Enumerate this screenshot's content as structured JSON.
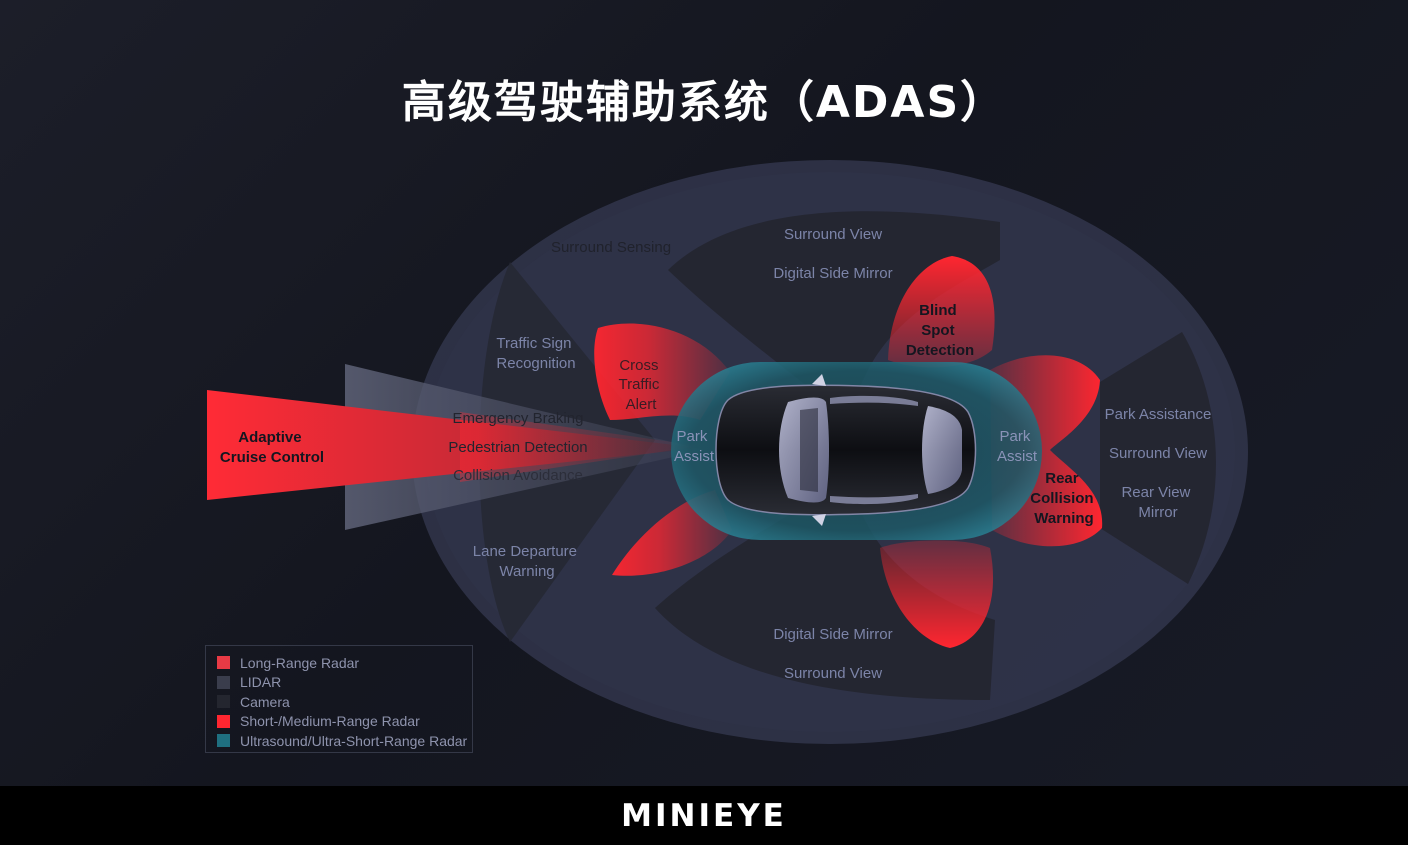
{
  "title": "高级驾驶辅助系统（ADAS）",
  "zones": {
    "adaptive_cruise_control": [
      "Adaptive",
      "Cruise Control"
    ],
    "surround_sensing": "Surround Sensing",
    "traffic_sign_recognition": [
      "Traffic Sign",
      "Recognition"
    ],
    "emergency_braking": "Emergency Braking",
    "pedestrian_detection": "Pedestrian Detection",
    "collision_avoidance": "Collision Avoidance",
    "lane_departure_warning": [
      "Lane Departure",
      "Warning"
    ],
    "cross_traffic_alert": [
      "Cross",
      "Traffic",
      "Alert"
    ],
    "park_assist_front": [
      "Park",
      "Assist"
    ],
    "park_assist_rear": [
      "Park",
      "Assist"
    ],
    "surround_view_top": "Surround View",
    "digital_side_mirror_top": "Digital Side Mirror",
    "blind_spot_detection": [
      "Blind",
      "Spot",
      "Detection"
    ],
    "rear_collision_warning": [
      "Rear",
      "Collision",
      "Warning"
    ],
    "park_assistance": "Park Assistance",
    "surround_view_right": "Surround View",
    "rear_view_mirror": [
      "Rear View",
      "Mirror"
    ],
    "digital_side_mirror_bottom": "Digital Side Mirror",
    "surround_view_bottom": "Surround View"
  },
  "legend": [
    {
      "label": "Long-Range Radar",
      "color": "#e83a45"
    },
    {
      "label": "LIDAR",
      "color": "#3a3d4c"
    },
    {
      "label": "Camera",
      "color": "#24262f"
    },
    {
      "label": "Short-/Medium-Range Radar",
      "color": "#ff2630"
    },
    {
      "label": "Ultrasound/Ultra-Short-Range Radar",
      "color": "#1f6f80"
    }
  ],
  "brand": "MINIEYE"
}
